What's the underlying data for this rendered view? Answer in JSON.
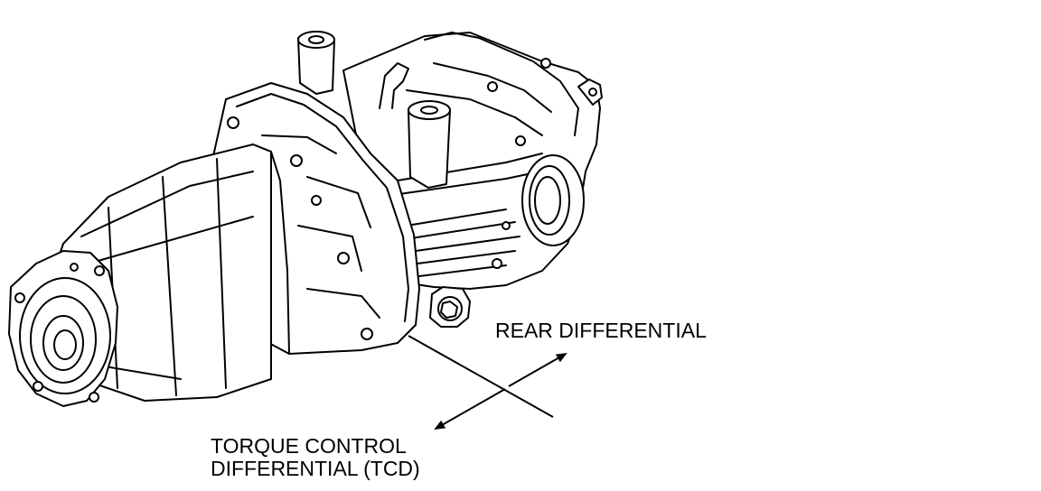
{
  "colors": {
    "background": "#ffffff",
    "ink": "#000000"
  },
  "labels": {
    "rear_differential": "REAR DIFFERENTIAL",
    "tcd_line1": "TORQUE CONTROL",
    "tcd_line2": "DIFFERENTIAL (TCD)"
  },
  "icons": {
    "component": "differential-assembly-illustration",
    "arrow": "double-headed-arrow"
  }
}
